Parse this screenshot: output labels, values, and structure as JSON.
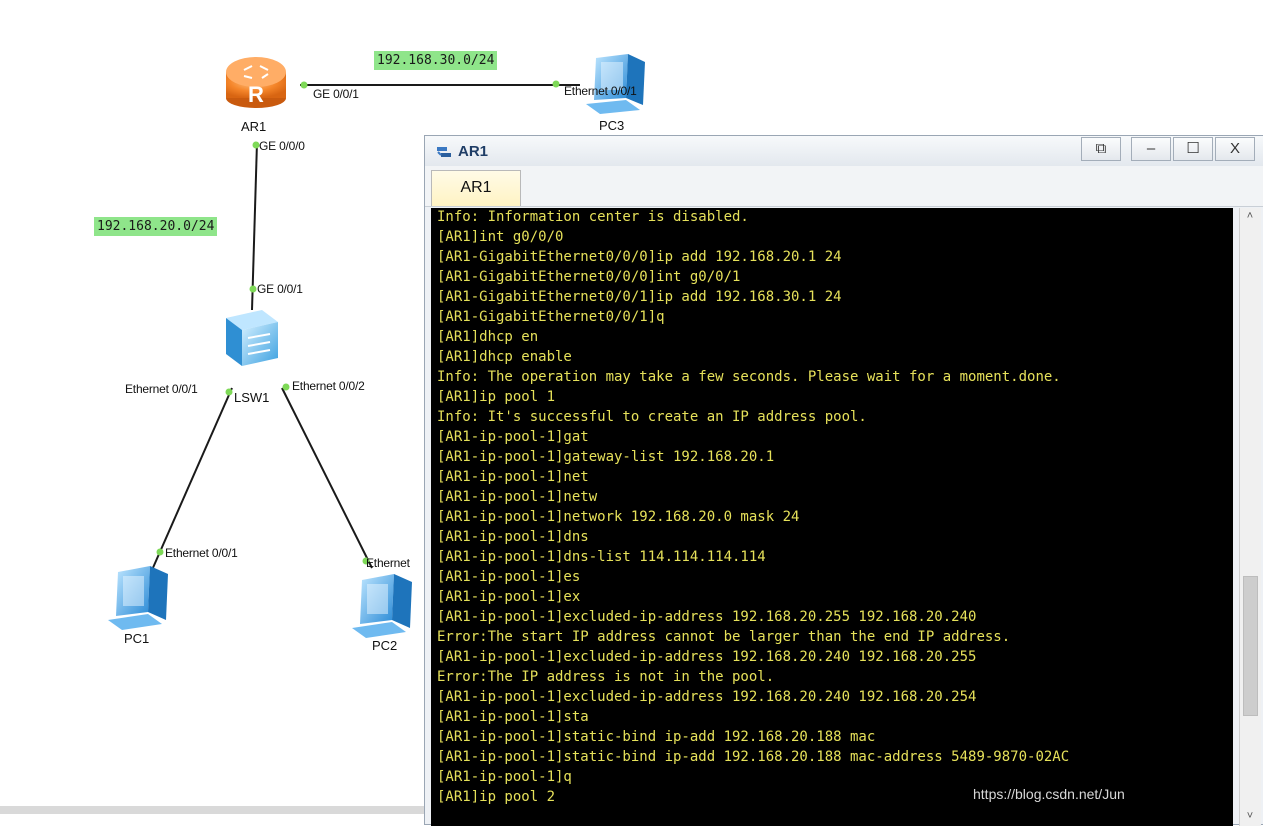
{
  "topology": {
    "subnets": [
      "192.168.30.0/24",
      "192.168.20.0/24"
    ],
    "devices": {
      "ar1": "AR1",
      "pc3": "PC3",
      "lsw1": "LSW1",
      "pc1": "PC1",
      "pc2": "PC2"
    },
    "ports": {
      "ar1_ge001": "GE 0/0/1",
      "pc3_eth": "Ethernet 0/0/1",
      "ar1_ge000": "GE 0/0/0",
      "lsw1_ge001": "GE 0/0/1",
      "lsw1_eth001": "Ethernet 0/0/1",
      "lsw1_eth002": "Ethernet 0/0/2",
      "pc1_eth": "Ethernet 0/0/1",
      "pc2_eth": "Ethernet"
    }
  },
  "console": {
    "window_title": "AR1",
    "tab_label": "AR1",
    "buttons": {
      "restore": "⧉",
      "minimize": "–",
      "maximize": "☐",
      "close": "X"
    },
    "lines": [
      "Info: Information center is disabled.",
      "[AR1]int g0/0/0",
      "[AR1-GigabitEthernet0/0/0]ip add 192.168.20.1 24",
      "[AR1-GigabitEthernet0/0/0]int g0/0/1",
      "[AR1-GigabitEthernet0/0/1]ip add 192.168.30.1 24",
      "[AR1-GigabitEthernet0/0/1]q",
      "[AR1]dhcp en",
      "[AR1]dhcp enable",
      "Info: The operation may take a few seconds. Please wait for a moment.done.",
      "[AR1]ip pool 1",
      "Info: It's successful to create an IP address pool.",
      "[AR1-ip-pool-1]gat",
      "[AR1-ip-pool-1]gateway-list 192.168.20.1",
      "[AR1-ip-pool-1]net",
      "[AR1-ip-pool-1]netw",
      "[AR1-ip-pool-1]network 192.168.20.0 mask 24",
      "[AR1-ip-pool-1]dns",
      "[AR1-ip-pool-1]dns-list 114.114.114.114",
      "[AR1-ip-pool-1]es",
      "[AR1-ip-pool-1]ex",
      "[AR1-ip-pool-1]excluded-ip-address 192.168.20.255 192.168.20.240",
      "Error:The start IP address cannot be larger than the end IP address.",
      "[AR1-ip-pool-1]excluded-ip-address 192.168.20.240 192.168.20.255",
      "Error:The IP address is not in the pool.",
      "[AR1-ip-pool-1]excluded-ip-address 192.168.20.240 192.168.20.254",
      "[AR1-ip-pool-1]sta",
      "[AR1-ip-pool-1]static-bind ip-add 192.168.20.188 mac",
      "[AR1-ip-pool-1]static-bind ip-add 192.168.20.188 mac-address 5489-9870-02AC",
      "[AR1-ip-pool-1]q",
      "[AR1]ip pool 2"
    ]
  },
  "watermark": "https://blog.csdn.net/Jun",
  "colors": {
    "terminal_bg": "#000000",
    "terminal_text": "#e6e15a",
    "subnet_bg": "#8fe58a",
    "router": "#f28a2c",
    "port_dot": "#7ed957"
  }
}
